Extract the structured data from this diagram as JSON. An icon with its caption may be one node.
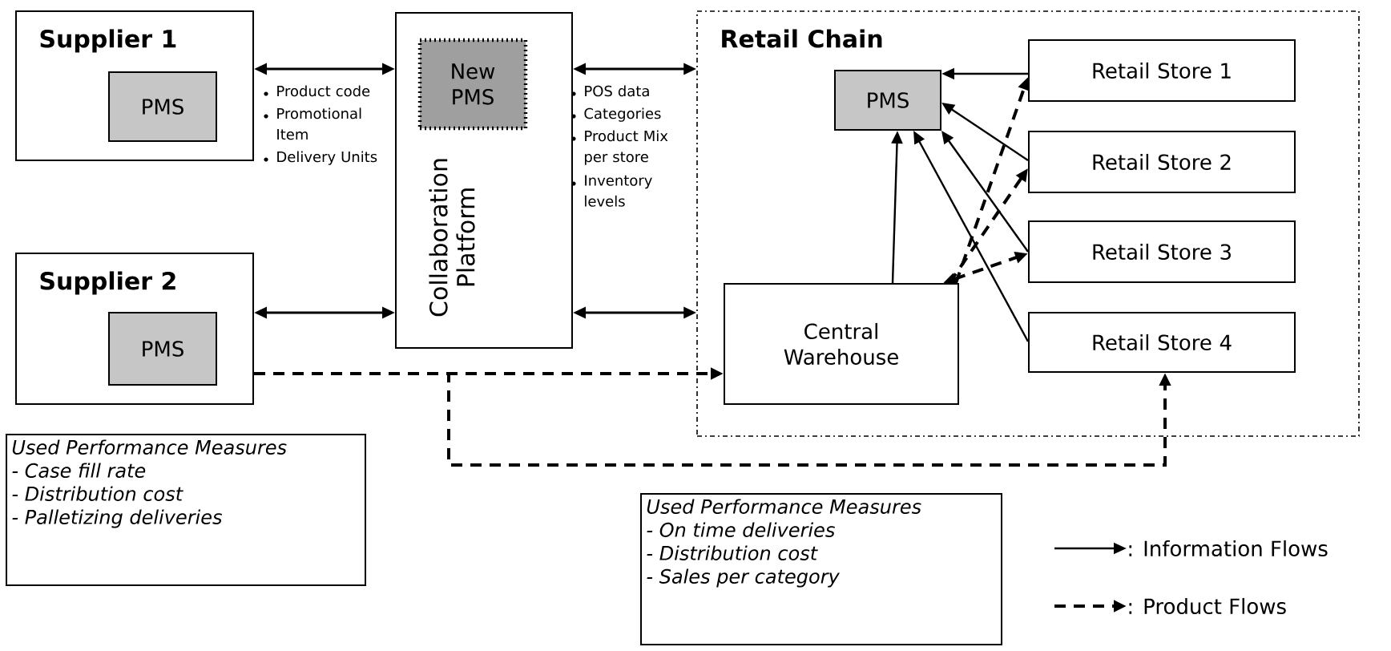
{
  "diagram": {
    "nodes": [
      {
        "text": [
          "Supplier 1"
        ]
      },
      {
        "text": [
          "PMS"
        ],
        "in": 0
      },
      {
        "text": [
          "Supplier 2"
        ]
      },
      {
        "text": [
          "PMS"
        ],
        "in": 2
      },
      {
        "text": [
          "Collaboration Platform"
        ]
      },
      {
        "text": [
          "New PMS"
        ],
        "in": 4
      },
      {
        "text": [
          "Retail Chain"
        ]
      },
      {
        "text": [
          "PMS"
        ],
        "in": 6
      },
      {
        "text": [
          "Retail Store 1"
        ],
        "in": 6
      },
      {
        "text": [
          "Retail Store 2"
        ],
        "in": 6
      },
      {
        "text": [
          "Retail Store 3"
        ],
        "in": 6
      },
      {
        "text": [
          "Retail Store 4"
        ],
        "in": 6
      },
      {
        "text": [
          "Central Warehouse"
        ],
        "in": 6
      },
      {
        "text": [
          "Used Performance Measures",
          "- Case fill rate",
          "- Distribution cost",
          "- Palletizing deliveries"
        ]
      },
      {
        "text": [
          "Used Performance Measures",
          "- On time deliveries",
          "- Distribution cost",
          "- Sales per category"
        ]
      }
    ],
    "edges": [
      {
        "from": 0,
        "to": 4,
        "arrow": "both"
      },
      {
        "from": 2,
        "to": 4,
        "arrow": "both"
      },
      {
        "from": 4,
        "to": 6,
        "arrow": "both"
      },
      {
        "from": 4,
        "to": 6,
        "arrow": "both"
      },
      {
        "from": 2,
        "to": 12,
        "arrow": "to",
        "style": "dashed"
      },
      {
        "from": 2,
        "to": 11,
        "arrow": "to",
        "style": "dashed"
      },
      {
        "from": 8,
        "to": 7,
        "arrow": "to"
      },
      {
        "from": 9,
        "to": 7,
        "arrow": "to"
      },
      {
        "from": 10,
        "to": 7,
        "arrow": "to"
      },
      {
        "from": 11,
        "to": 7,
        "arrow": "to"
      },
      {
        "from": 12,
        "to": 7,
        "arrow": "to"
      },
      {
        "from": 12,
        "to": 8,
        "arrow": "to",
        "style": "dashed"
      },
      {
        "from": 12,
        "to": 9,
        "arrow": "to",
        "style": "dashed"
      },
      {
        "from": 12,
        "to": 10,
        "arrow": "both",
        "style": "dashed"
      }
    ],
    "labels": [
      "Product code",
      "Promotional Item",
      "Delivery Units",
      "POS data",
      "Categories",
      "Product Mix per store",
      "Inventory levels"
    ],
    "legend": [
      {
        "text": ": Information Flows"
      },
      {
        "text": ": Product Flows"
      }
    ]
  }
}
